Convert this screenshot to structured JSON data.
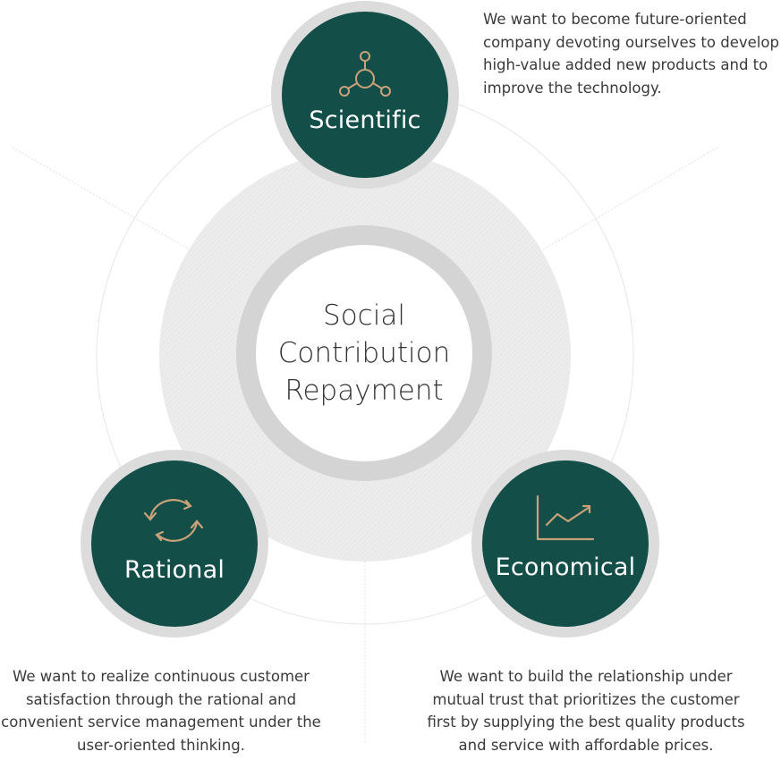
{
  "diagram": {
    "center": {
      "lines": [
        "Social",
        "Contribution",
        "Repayment"
      ]
    },
    "nodes": {
      "scientific": {
        "label": "Scientific",
        "icon": "molecule-icon",
        "description": "We want to become future-oriented company devoting ourselves to develop high-value added new products and to improve the technology."
      },
      "rational": {
        "label": "Rational",
        "icon": "refresh-cycle-icon",
        "description": "We want to realize continuous customer satisfaction through the rational and convenient service management under the user-oriented thinking."
      },
      "economical": {
        "label": "Economical",
        "icon": "line-chart-icon",
        "description": "We want to build the relationship under mutual trust that prioritizes the customer first by supplying the best quality products and service with affordable prices."
      }
    },
    "colors": {
      "node_fill": "#134e48",
      "node_ring": "#dcdcdc",
      "icon_gold": "#c9a27a",
      "center_ring": "#d4d4d4",
      "band": "#ececec"
    }
  }
}
